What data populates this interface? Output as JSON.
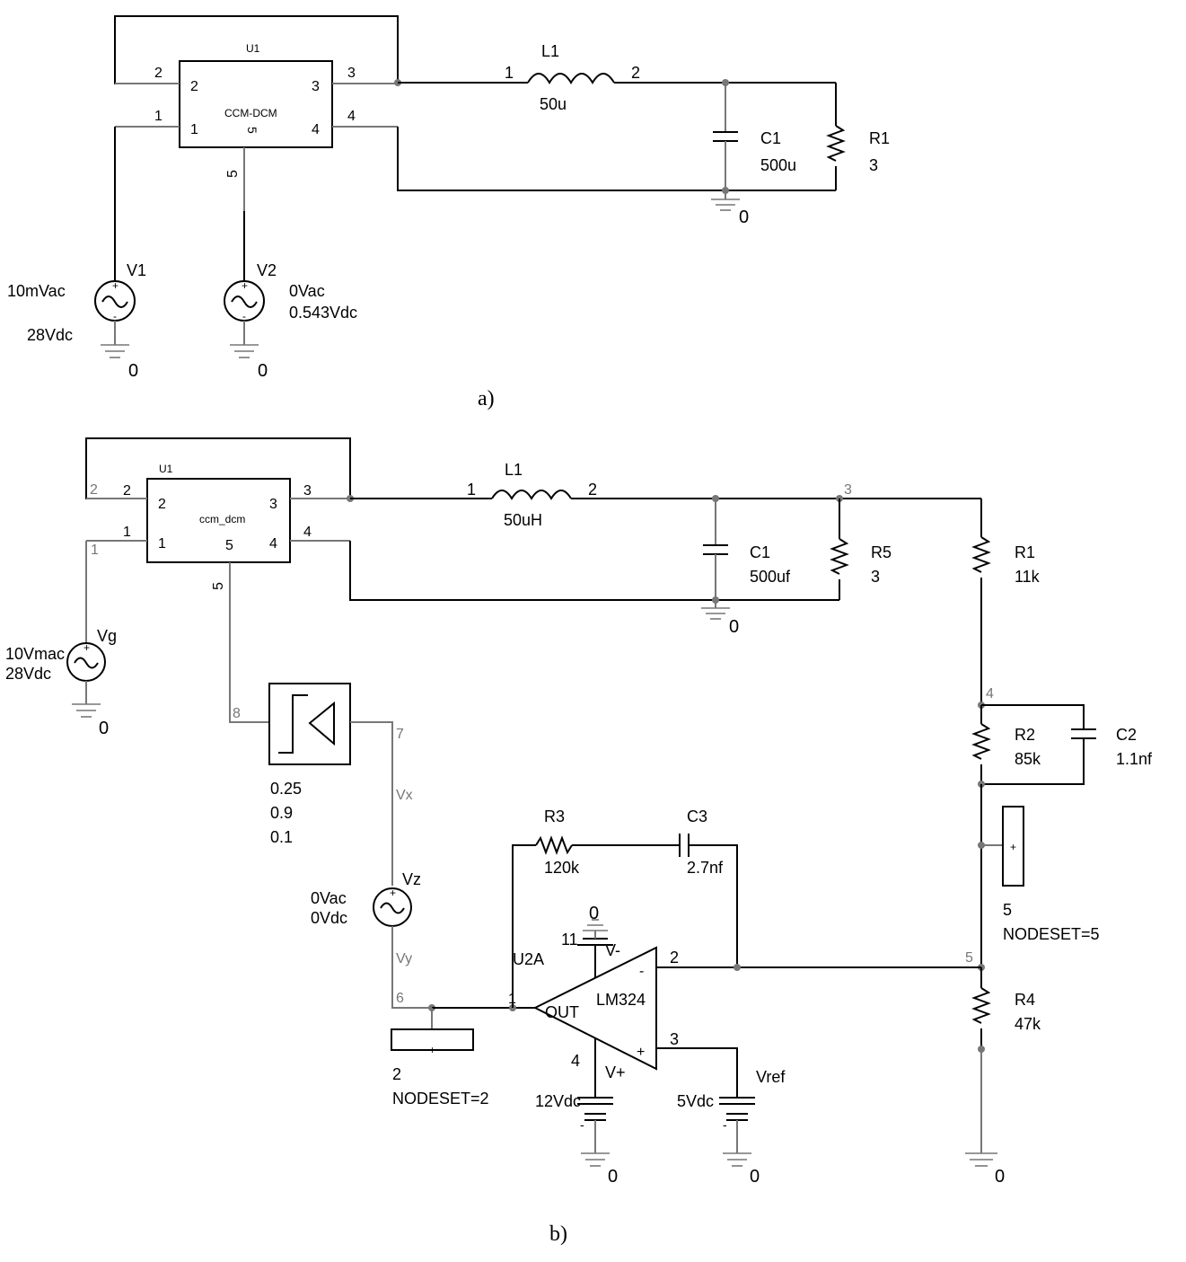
{
  "figure_a": {
    "caption": "a)",
    "u1": {
      "ref": "U1",
      "model": "CCM-DCM",
      "pin_labels": [
        "1",
        "2",
        "3",
        "4",
        "5"
      ],
      "outer_pins": [
        "1",
        "2",
        "3",
        "4",
        "5"
      ]
    },
    "l1": {
      "ref": "L1",
      "value": "50u",
      "pin1": "1",
      "pin2": "2"
    },
    "c1": {
      "ref": "C1",
      "value": "500u"
    },
    "r1": {
      "ref": "R1",
      "value": "3"
    },
    "v1": {
      "ref": "V1",
      "ac": "10mVac",
      "dc": "28Vdc"
    },
    "v2": {
      "ref": "V2",
      "ac": "0Vac",
      "dc": "0.543Vdc"
    },
    "ground_label": "0"
  },
  "figure_b": {
    "caption": "b)",
    "u1": {
      "ref": "U1",
      "model": "ccm_dcm",
      "pin_labels": [
        "1",
        "2",
        "3",
        "4",
        "5"
      ],
      "outer_pins": [
        "1",
        "2",
        "3",
        "4",
        "5"
      ]
    },
    "nodes": {
      "n1": "1",
      "n2": "2",
      "n3": "3",
      "n4": "4",
      "n5": "5",
      "n6": "6",
      "n7": "7",
      "n8": "8"
    },
    "l1": {
      "ref": "L1",
      "value": "50uH",
      "pin1": "1",
      "pin2": "2"
    },
    "c1": {
      "ref": "C1",
      "value": "500uf"
    },
    "r5": {
      "ref": "R5",
      "value": "3"
    },
    "r1": {
      "ref": "R1",
      "value": "11k"
    },
    "r2": {
      "ref": "R2",
      "value": "85k"
    },
    "c2": {
      "ref": "C2",
      "value": "1.1nf"
    },
    "r3": {
      "ref": "R3",
      "value": "120k"
    },
    "c3": {
      "ref": "C3",
      "value": "2.7nf"
    },
    "r4": {
      "ref": "R4",
      "value": "47k"
    },
    "vg": {
      "ref": "Vg",
      "ac": "10Vmac",
      "dc": "28Vdc"
    },
    "limiter": {
      "params": [
        "0.25",
        "0.9",
        "0.1"
      ]
    },
    "vz": {
      "ref": "Vz",
      "ac": "0Vac",
      "dc": "0Vdc"
    },
    "vx": "Vx",
    "vy": "Vy",
    "nodeset_left": {
      "value": "2",
      "text": "NODESET=2"
    },
    "nodeset_right": {
      "value": "5",
      "text": "NODESET=5"
    },
    "opamp": {
      "part": "U2A",
      "model": "LM324",
      "out": "OUT",
      "vminus": "V-",
      "vplus": "V+",
      "pin_out": "1",
      "pin_inv": "2",
      "pin_noninv": "3",
      "pin_vplus": "4",
      "pin_vminus": "11",
      "minus_sign": "-",
      "plus_sign": "+"
    },
    "v12": {
      "dc": "12Vdc"
    },
    "vref": {
      "ref": "Vref",
      "dc": "5Vdc"
    },
    "ground_label": "0",
    "plus_sign": "+",
    "minus_sign": "-"
  }
}
